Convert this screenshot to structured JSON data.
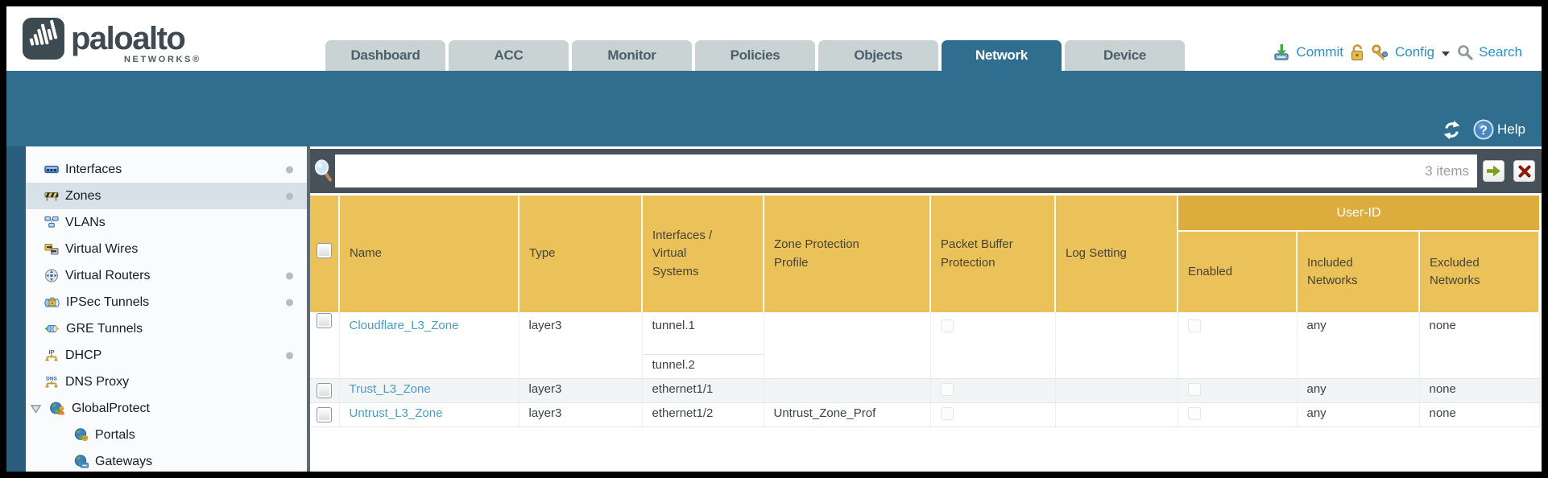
{
  "brand": {
    "name": "paloalto",
    "sub": "NETWORKS®"
  },
  "tabs": [
    {
      "label": "Dashboard",
      "active": false
    },
    {
      "label": "ACC",
      "active": false
    },
    {
      "label": "Monitor",
      "active": false
    },
    {
      "label": "Policies",
      "active": false
    },
    {
      "label": "Objects",
      "active": false
    },
    {
      "label": "Network",
      "active": true
    },
    {
      "label": "Device",
      "active": false
    }
  ],
  "utilities": {
    "commit_label": "Commit",
    "config_label": "Config",
    "search_label": "Search"
  },
  "band": {
    "help_label": "Help"
  },
  "sidebar": {
    "items": [
      {
        "label": "Interfaces",
        "dot": true
      },
      {
        "label": "Zones",
        "dot": true,
        "selected": true
      },
      {
        "label": "VLANs"
      },
      {
        "label": "Virtual Wires"
      },
      {
        "label": "Virtual Routers",
        "dot": true
      },
      {
        "label": "IPSec Tunnels",
        "dot": true
      },
      {
        "label": "GRE Tunnels"
      },
      {
        "label": "DHCP",
        "dot": true
      },
      {
        "label": "DNS Proxy",
        "dot": true
      },
      {
        "label": "GlobalProtect",
        "expanded": true
      },
      {
        "label": "Portals",
        "child": true
      },
      {
        "label": "Gateways",
        "child": true
      }
    ]
  },
  "toolbar": {
    "items_count": "3 items"
  },
  "table": {
    "group_header": "User-ID",
    "columns": {
      "name": "Name",
      "type": "Type",
      "interfaces": "Interfaces /\nVirtual\nSystems",
      "zone_protection_profile": "Zone Protection\nProfile",
      "packet_buffer_protection": "Packet Buffer\nProtection",
      "log_setting": "Log Setting",
      "enabled": "Enabled",
      "included_networks": "Included\nNetworks",
      "excluded_networks": "Excluded\nNetworks"
    },
    "rows": [
      {
        "name": "Cloudflare_L3_Zone",
        "type": "layer3",
        "interfaces": [
          "tunnel.1",
          "tunnel.2"
        ],
        "zone_protection_profile": "",
        "packet_buffer_protection": false,
        "log_setting": "",
        "user_id_enabled": false,
        "included_networks": "any",
        "excluded_networks": "none"
      },
      {
        "name": "Trust_L3_Zone",
        "type": "layer3",
        "interfaces": [
          "ethernet1/1"
        ],
        "zone_protection_profile": "",
        "packet_buffer_protection": false,
        "log_setting": "",
        "user_id_enabled": false,
        "included_networks": "any",
        "excluded_networks": "none"
      },
      {
        "name": "Untrust_L3_Zone",
        "type": "layer3",
        "interfaces": [
          "ethernet1/2"
        ],
        "zone_protection_profile": "Untrust_Zone_Prof",
        "packet_buffer_protection": false,
        "log_setting": "",
        "user_id_enabled": false,
        "included_networks": "any",
        "excluded_networks": "none"
      }
    ]
  },
  "colors": {
    "accent_teal": "#2f6e8e",
    "header_gold": "#ebc25a",
    "header_gold_dark": "#dcac3c",
    "toolbar_slate": "#47515a",
    "link_blue": "#2792c9",
    "zone_link_blue": "#4a9cc2"
  }
}
